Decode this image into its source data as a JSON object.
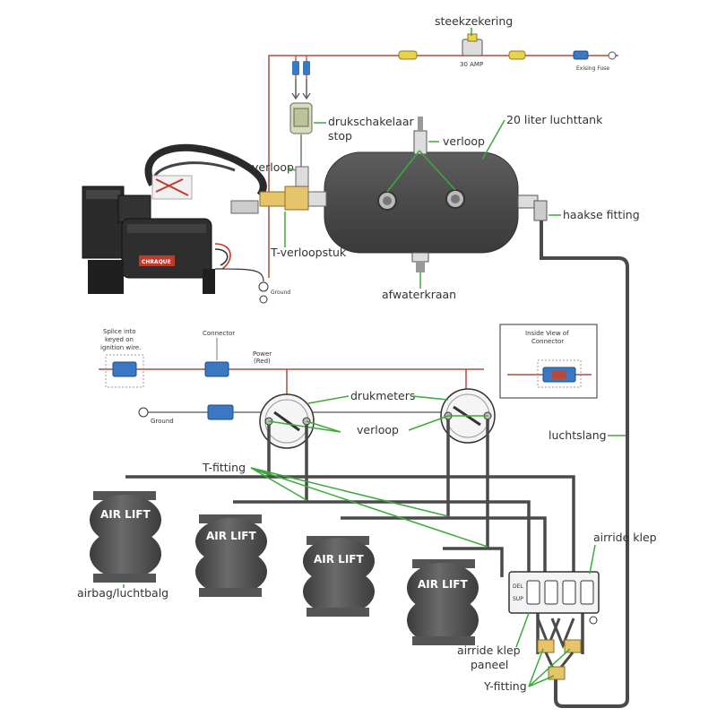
{
  "colors": {
    "hose": "#4a4a4a",
    "wire_red": "#b84a3a",
    "pointer_green": "#3aaa3a",
    "tank": "#4d4d4d",
    "bag": "#555555",
    "connector_blue": "#3b78c4",
    "fuse_yellow": "#e8d34a"
  },
  "labels": {
    "steekzekering": "steekzekering",
    "amp": "30 AMP",
    "existing_fuse": "Exising Fuse",
    "drukschakelaar_1": "drukschakelaar",
    "drukschakelaar_2": "stop",
    "tank": "20 liter luchttank",
    "verloop_tank": "verloop",
    "verloop_left": "verloop",
    "haakse_fitting": "haakse fitting",
    "t_verloopstuk": "T-verloopstuk",
    "ground_top": "Ground",
    "afwaterkraan": "afwaterkraan",
    "splice_1": "Splice into",
    "splice_2": "keyed on",
    "splice_3": "ignition wire.",
    "connector": "Connector",
    "power_1": "Power",
    "power_2": "(Red)",
    "inside_1": "Inside View of",
    "inside_2": "Connector",
    "ground_mid": "Ground",
    "drukmeters": "drukmeters",
    "verloop_mid": "verloop",
    "luchtslang": "luchtslang",
    "t_fitting": "T-fitting",
    "airride_klep": "airride klep",
    "airbag": "airbag/luchtbalg",
    "airride_panel_1": "airride klep",
    "airride_panel_2": "paneel",
    "y_fitting": "Y-fitting",
    "del": "DEL",
    "sup": "SUP",
    "compressor_brand": "CHRAQUE"
  },
  "air_bags": [
    {
      "text": "AIR LIFT"
    },
    {
      "text": "AIR LIFT"
    },
    {
      "text": "AIR LIFT"
    },
    {
      "text": "AIR LIFT"
    }
  ]
}
